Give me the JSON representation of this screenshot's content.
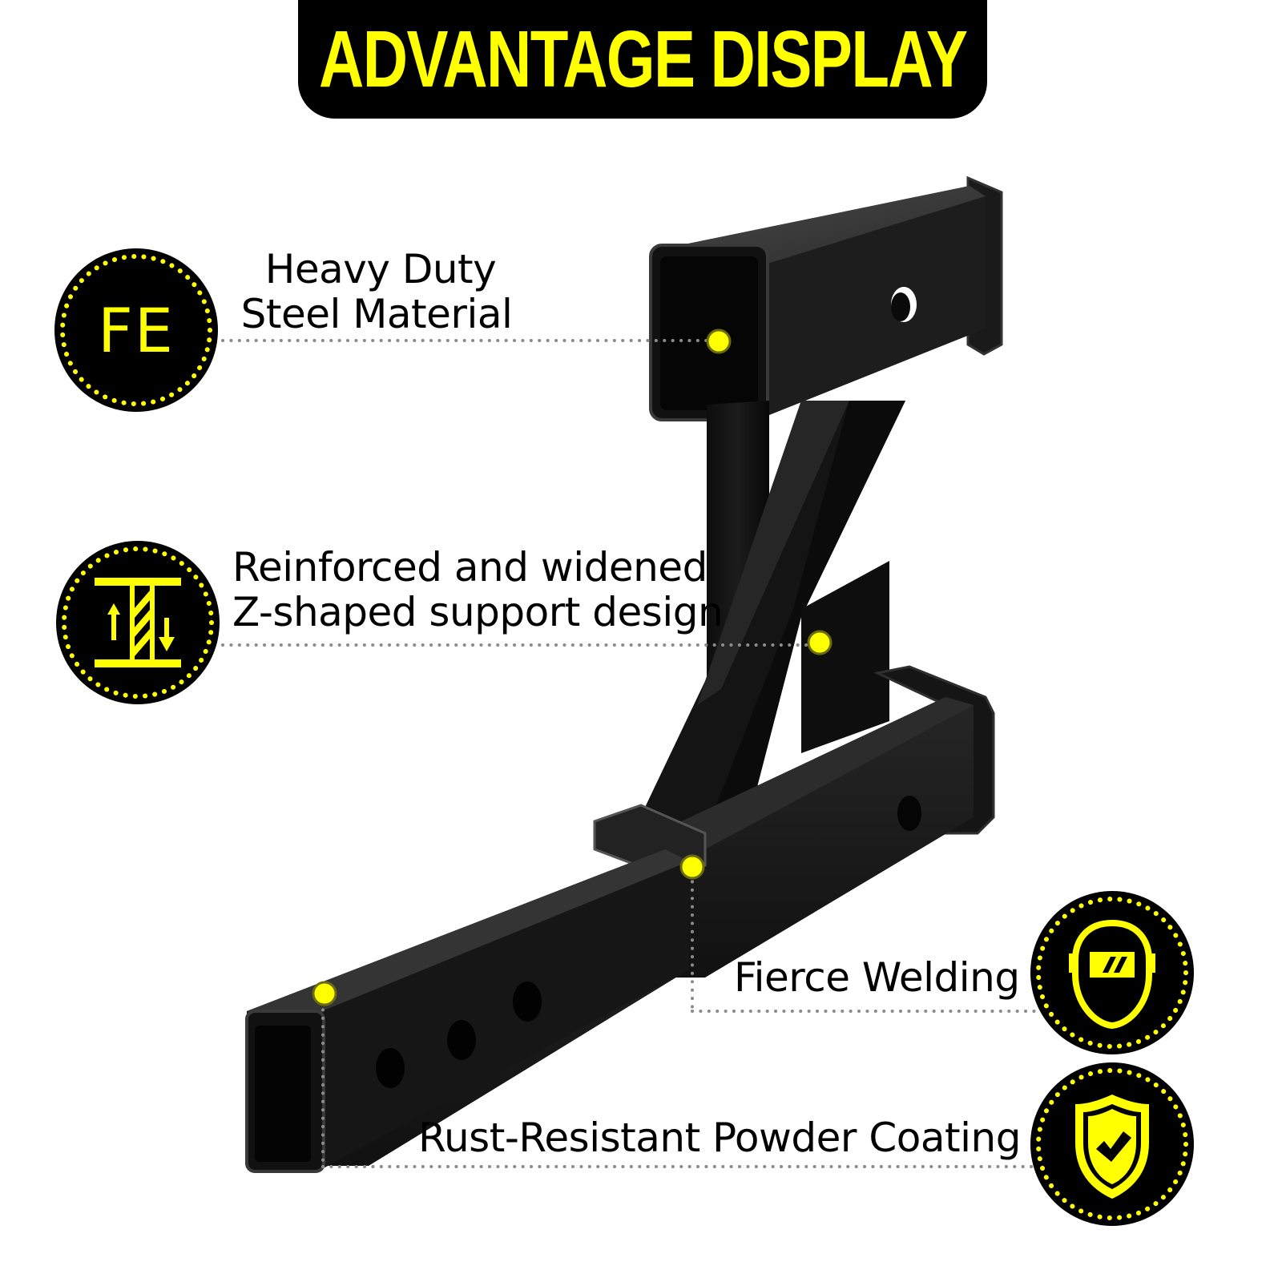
{
  "banner": {
    "title": "ADVANTAGE DISPLAY"
  },
  "colors": {
    "accent": "#ffff00",
    "badge_bg": "#000000",
    "text": "#000000",
    "dot_line": "#8c8c8c"
  },
  "features": [
    {
      "id": "steel",
      "icon": "fe-element-icon",
      "icon_text": "FE",
      "label_line1": "Heavy Duty",
      "label_line2": "Steel Material"
    },
    {
      "id": "support",
      "icon": "i-beam-support-icon",
      "label_line1": "Reinforced and widened",
      "label_line2": "Z-shaped support design"
    },
    {
      "id": "welding",
      "icon": "welding-mask-icon",
      "label_line1": "Fierce Welding"
    },
    {
      "id": "coating",
      "icon": "shield-check-icon",
      "label_line1": "Rust-Resistant Powder Coating"
    }
  ]
}
